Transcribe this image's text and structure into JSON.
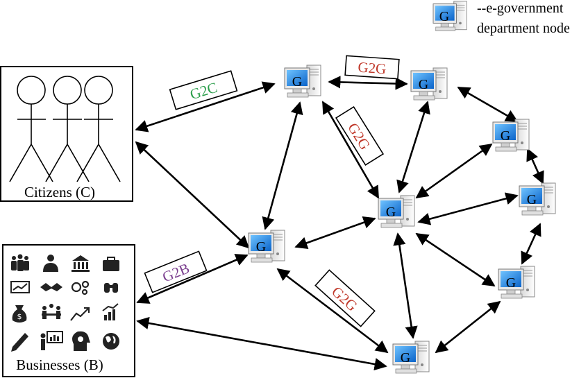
{
  "legend": {
    "line1": "--e-government",
    "line2": "department node",
    "icon": "computer-g-icon"
  },
  "nodes": [
    {
      "id": "n1",
      "letter": "G"
    },
    {
      "id": "n2",
      "letter": "G"
    },
    {
      "id": "n3",
      "letter": "G"
    },
    {
      "id": "n4",
      "letter": "G"
    },
    {
      "id": "n5",
      "letter": "G"
    },
    {
      "id": "n6",
      "letter": "G"
    },
    {
      "id": "n7",
      "letter": "G"
    },
    {
      "id": "n8",
      "letter": "G"
    }
  ],
  "citizens": {
    "label": "Citizens (C)",
    "icon": "stick-figure-icon"
  },
  "businesses": {
    "label": "Businesses (B)",
    "icons": [
      "people-group-icon",
      "businessman-icon",
      "bank-icon",
      "briefcase-icon",
      "monitor-chart-icon",
      "handshake-icon",
      "gears-icon",
      "binoculars-icon",
      "money-bag-icon",
      "meeting-icon",
      "growth-arrows-icon",
      "bar-chart-icon",
      "pen-icon",
      "presentation-icon",
      "brain-gear-icon",
      "globe-icon"
    ]
  },
  "edge_labels": {
    "g2c": {
      "text": "G2C",
      "color": "#2a9d4a"
    },
    "g2g_top": {
      "text": "G2G",
      "color": "#c0392b"
    },
    "g2g_mid": {
      "text": "G2G",
      "color": "#c0392b"
    },
    "g2b": {
      "text": "G2B",
      "color": "#7b3f8f"
    },
    "g2g_bottom": {
      "text": "G2G",
      "color": "#c0392b"
    }
  }
}
